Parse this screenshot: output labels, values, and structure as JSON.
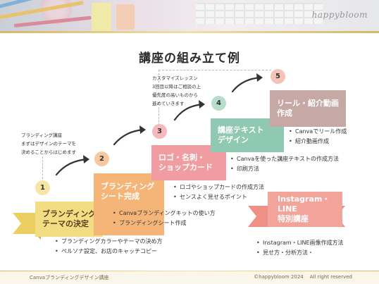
{
  "header": {
    "brand": "happybloom"
  },
  "title": "講座の組み立て例",
  "steps": [
    {
      "num": "1",
      "line1": "ブランディング",
      "line2": "テーマの決定",
      "color": "#f3dd83",
      "bullets": [
        "ブランディングカラーやテーマの決め方",
        "ペルソナ設定、お店のキャッチコピー"
      ]
    },
    {
      "num": "2",
      "line1": "ブランディング",
      "line2": "シート完成",
      "color": "#f5b478",
      "bullets": [
        "Canvaブランディングキットの使い方",
        "ブランディングシート作成"
      ]
    },
    {
      "num": "3",
      "line1": "ロゴ・名刺・",
      "line2": "ショップカード",
      "color": "#f19ca0",
      "bullets": [
        "ロゴやショップカードの作成方法",
        "センスよく見せるポイント"
      ]
    },
    {
      "num": "4",
      "line1": "講座テキスト",
      "line2": "デザイン",
      "color": "#8fc9b3",
      "bullets": [
        "Canvaを使った講座テキストの作成方法",
        "印刷方法"
      ]
    },
    {
      "num": "5",
      "line1": "リール・紹介動画",
      "line2": "作成",
      "color": "#c6a9a4",
      "bullets": [
        "Canvaでリール作成",
        "紹介動画作成"
      ]
    }
  ],
  "special": {
    "line1": "Instagram・LINE",
    "line2": "特別講座",
    "color": "#f3a49a",
    "bullets": [
      "Instagram・LINE画像作成方法",
      "見せ方・分析方法・"
    ]
  },
  "notes": {
    "branding": [
      "ブランディング講座",
      "まずはデザインのテーマを",
      "決めることからはじめます"
    ],
    "custom": [
      "カスタマイズレッスン",
      "3回目以降はご相談の上",
      "優先度の高いものから",
      "進めていきます"
    ]
  },
  "footer": {
    "left": "Canvaブランディングデザイン講座",
    "copyright": "©happybloom 2024",
    "rights": "All right reserved"
  },
  "colors": {
    "gold": "#d8b764",
    "dot1": "#f6e6a4",
    "dot2": "#f7c8a0",
    "dot3": "#f6b8bb",
    "dot4": "#b7ddcd",
    "dot5": "#f4c3b8"
  }
}
